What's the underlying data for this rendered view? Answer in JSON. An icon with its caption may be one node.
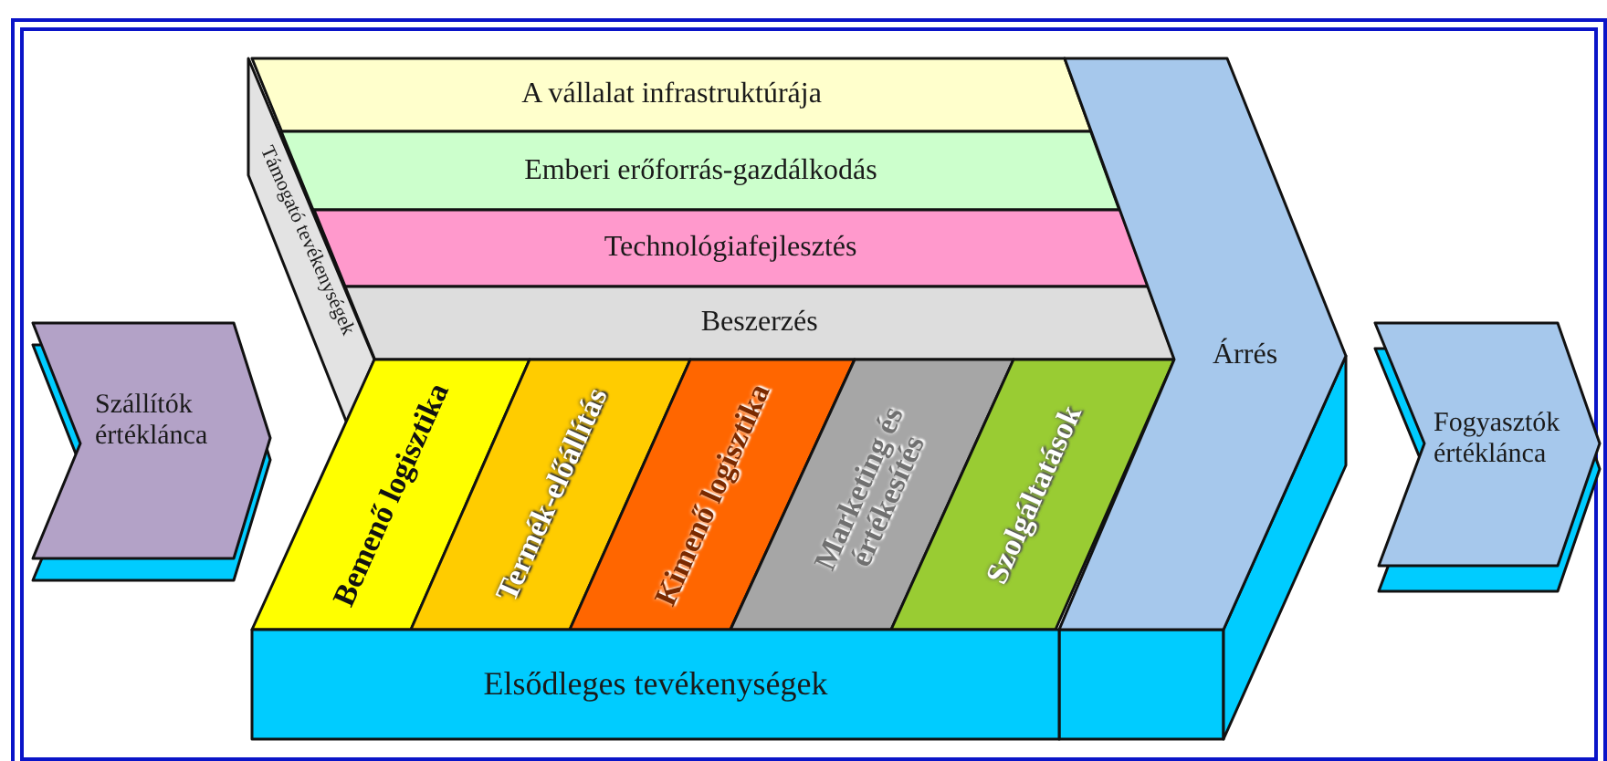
{
  "diagram": {
    "nodes": [
      {
        "text": [
          "Szállítók értéklánca"
        ]
      },
      {
        "text": [
          "A vállalat infrastruktúrája"
        ]
      },
      {
        "text": [
          "Emberi erőforrás-gazdálkodás"
        ]
      },
      {
        "text": [
          "Technológiafejlesztés"
        ]
      },
      {
        "text": [
          "Beszerzés"
        ]
      },
      {
        "text": [
          "Támogató tevékenységek"
        ]
      },
      {
        "text": [
          "Bemenő logisztika"
        ]
      },
      {
        "text": [
          "Termék-előállítás"
        ]
      },
      {
        "text": [
          "Kimenő logisztika"
        ]
      },
      {
        "text": [
          "Marketing és értékesítés"
        ]
      },
      {
        "text": [
          "Szolgáltatások"
        ]
      },
      {
        "text": [
          "Elsődleges tevékenységek"
        ]
      },
      {
        "text": [
          "Árrés"
        ]
      },
      {
        "text": [
          "Fogyasztók értéklánca"
        ]
      }
    ]
  }
}
